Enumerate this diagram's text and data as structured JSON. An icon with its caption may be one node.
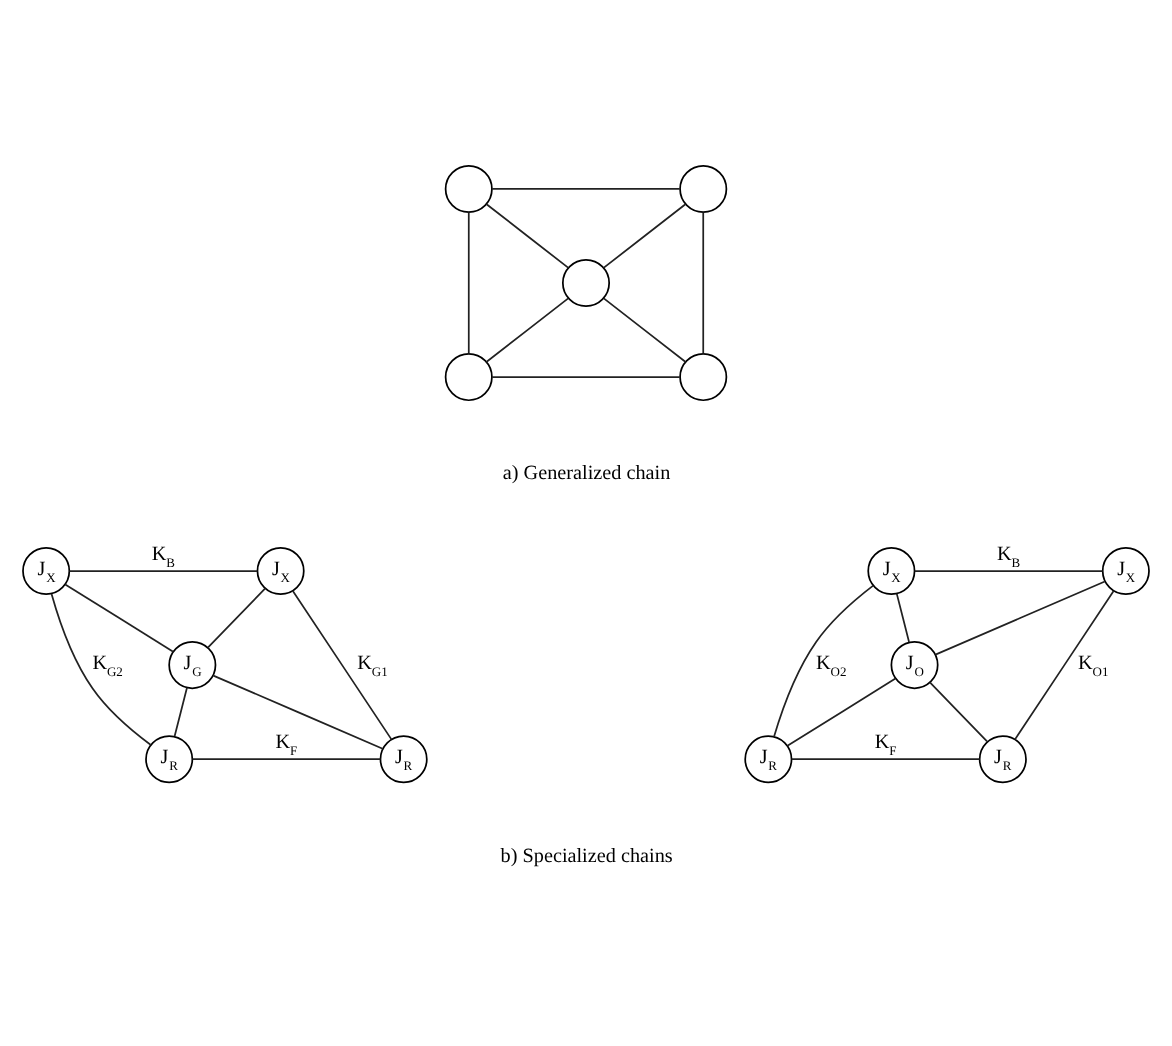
{
  "diagram": {
    "nodes": [
      {
        "text": [],
        "shape": "circle"
      },
      {
        "text": [],
        "shape": "circle"
      },
      {
        "text": [],
        "shape": "circle"
      },
      {
        "text": [],
        "shape": "circle"
      },
      {
        "text": [],
        "shape": "circle"
      },
      {
        "text": [
          "J$_{X}$"
        ]
      },
      {
        "text": [
          "J$_{X}$"
        ]
      },
      {
        "text": [
          "J$_{G}$"
        ]
      },
      {
        "text": [
          "J$_{R}$"
        ]
      },
      {
        "text": [
          "J$_{R}$"
        ]
      },
      {
        "text": [
          "J$_{X}$"
        ]
      },
      {
        "text": [
          "J$_{X}$"
        ]
      },
      {
        "text": [
          "J$_{O}$"
        ]
      },
      {
        "text": [
          "J$_{R}$"
        ]
      },
      {
        "text": [
          "J$_{R}$"
        ]
      }
    ],
    "edges": [
      {
        "from": 0,
        "to": 1,
        "arrow": "none"
      },
      {
        "from": 0,
        "to": 3,
        "arrow": "none"
      },
      {
        "from": 0,
        "to": 2,
        "arrow": "none"
      },
      {
        "from": 1,
        "to": 2,
        "arrow": "none"
      },
      {
        "from": 1,
        "to": 4,
        "arrow": "none"
      },
      {
        "from": 2,
        "to": 3,
        "arrow": "none"
      },
      {
        "from": 2,
        "to": 4,
        "arrow": "none"
      },
      {
        "from": 3,
        "to": 4,
        "arrow": "none"
      },
      {
        "from": 5,
        "to": 6,
        "label": "K$_{B}$",
        "arrow": "none"
      },
      {
        "from": 5,
        "to": 8,
        "label": "K$_{G2}$",
        "arrow": "none"
      },
      {
        "from": 5,
        "to": 7,
        "arrow": "none"
      },
      {
        "from": 6,
        "to": 7,
        "arrow": "none"
      },
      {
        "from": 6,
        "to": 9,
        "label": "K$_{G1}$",
        "arrow": "none"
      },
      {
        "from": 7,
        "to": 8,
        "arrow": "none"
      },
      {
        "from": 7,
        "to": 9,
        "arrow": "none"
      },
      {
        "from": 8,
        "to": 9,
        "label": "K$_{F}$",
        "arrow": "none"
      },
      {
        "from": 10,
        "to": 11,
        "label": "K$_{B}$",
        "arrow": "none"
      },
      {
        "from": 10,
        "to": 13,
        "label": "K$_{O2}$",
        "arrow": "none"
      },
      {
        "from": 10,
        "to": 12,
        "arrow": "none"
      },
      {
        "from": 11,
        "to": 12,
        "arrow": "none"
      },
      {
        "from": 11,
        "to": 14,
        "label": "K$_{O1}$",
        "arrow": "none"
      },
      {
        "from": 12,
        "to": 13,
        "arrow": "none"
      },
      {
        "from": 12,
        "to": 14,
        "arrow": "none"
      },
      {
        "from": 13,
        "to": 14,
        "label": "K$_{F}$",
        "arrow": "none"
      }
    ],
    "labels": [
      "a) Generalized chain",
      "b) Specialized chains"
    ]
  }
}
